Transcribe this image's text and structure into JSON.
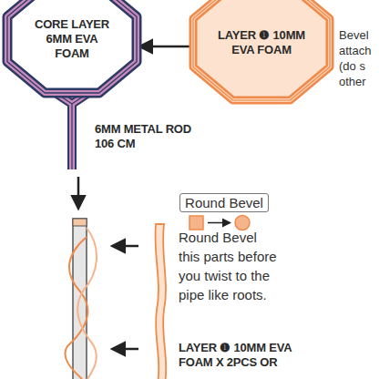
{
  "diagram": {
    "nodes": [
      {
        "text": [
          "CORE LAYER 6MM EVA FOAM"
        ]
      },
      {
        "text": [
          "LAYER ❶ 10MM EVA FOAM"
        ]
      },
      {
        "text": [
          "Round Bevel"
        ]
      }
    ],
    "edges": [
      {
        "from": 1,
        "to": 0,
        "arrow": "to"
      }
    ],
    "labels": [
      "Bevel attach (do s other",
      "6MM METAL ROD 106 CM",
      "Round Bevel this parts before you twist to the pipe like roots.",
      "LAYER ❶ 10MM EVA FOAM X 2PCS OR"
    ]
  }
}
